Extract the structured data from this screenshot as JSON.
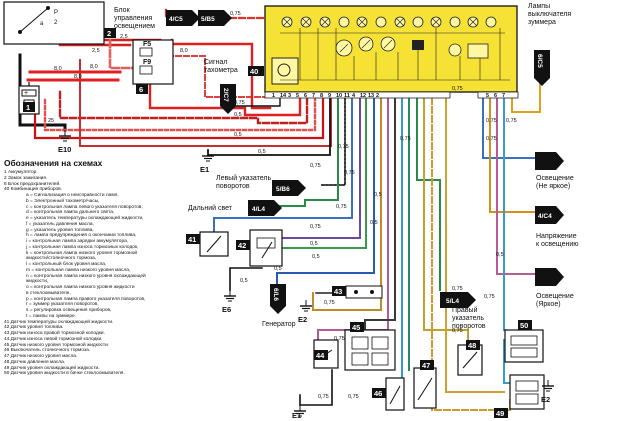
{
  "labels": {
    "lighting_block": "Блок\nуправления\nосвещением",
    "buzzer_switch": "Лампы\nвыключателя\nзуммера",
    "tacho_signal": "Сигнал\nтахометра",
    "left_turn": "Левый указатель\nповоротов",
    "high_beam": "Дальний свет",
    "lighting_dim": "Освещение\n(Не яркое)",
    "lighting_voltage": "Напряжение\nк освещению",
    "lighting_bright": "Освещение\n(Яркое)",
    "right_turn": "Правый\nуказатель\nповоротов",
    "generator": "Генератор"
  },
  "connectors": {
    "c_4c5": "4/C5",
    "c_5b5": "5/B5",
    "c_2c7": "2/C7",
    "c_6c5": "6/C5",
    "c_5b6": "5/B6",
    "c_4l4": "4/L4",
    "c_4c4": "4/C4",
    "c_6l6": "6/L6",
    "c_5l4": "5/L4"
  },
  "components": {
    "n1": "1",
    "n2": "2",
    "n6": "6",
    "n40": "40",
    "n41": "41",
    "n42": "42",
    "n43": "43",
    "n44": "44",
    "n45": "45",
    "n46": "46",
    "n47": "47",
    "n48": "48",
    "n49": "49",
    "n50": "50",
    "f5": "F5",
    "f9": "F9"
  },
  "grounds": {
    "e10": "E10",
    "e1a": "E1",
    "e6": "E6",
    "e2a": "E2",
    "e1b": "E1",
    "e2b": "E2"
  },
  "wires": {
    "w1": "0,75",
    "w2": "2,5",
    "w3": "2,5",
    "w4": "8,0",
    "w5": "8,0",
    "w6": "8,0",
    "w7": "8,0",
    "w8": "25",
    "w9": "0,75",
    "w10": "0,5",
    "w11": "0,5",
    "w12": "0,5",
    "w13": "0,75",
    "w14": "0,75",
    "w15": "0,75",
    "w16": "0,75",
    "w17": "0,75",
    "w18": "0,5",
    "w19": "0,5",
    "w20": "0,5",
    "w21": "0,5",
    "w22": "0,5",
    "w23": "0,5",
    "w24": "0,75",
    "w25": "0,75",
    "w26": "0,75",
    "w27": "0,75",
    "w28": "0,75",
    "w29": "0,75",
    "w30": "0,75",
    "w31": "0,75",
    "w32": "0,75",
    "w33": "0,75",
    "w34": "0,75",
    "w35": "0,75",
    "w36": "0,5"
  },
  "pins": [
    "1",
    "14",
    "3",
    "5",
    "6",
    "7",
    "8",
    "9",
    "10",
    "11",
    "4",
    "12",
    "13",
    "2",
    "5",
    "6",
    "7"
  ],
  "legend": {
    "title": "Обозначения на схемах",
    "items": [
      {
        "text": "1 Аккумулятор.",
        "sub": false
      },
      {
        "text": "2 Замок зажигания.",
        "sub": false
      },
      {
        "text": "6 Блок предохранителей.",
        "sub": false
      },
      {
        "text": "40 Комбинация приборов.",
        "sub": false
      },
      {
        "text": "a = Сигнализация о неисправности ламп,",
        "sub": true
      },
      {
        "text": "b = Электронный тахометр/часы,",
        "sub": true
      },
      {
        "text": "c = контрольная лампа левого указателя поворотов,",
        "sub": true
      },
      {
        "text": "d = контрольная лампа дальнего света,",
        "sub": true
      },
      {
        "text": "e = указатель температуры охлаждающей жидкости,",
        "sub": true
      },
      {
        "text": "f = указатель давления масла,",
        "sub": true
      },
      {
        "text": "g = указатель уровня топлива,",
        "sub": true
      },
      {
        "text": "h = лампа предупреждения о окончании топлива,",
        "sub": true
      },
      {
        "text": "i = контрольная лампа зарядки аккумулятора,",
        "sub": true
      },
      {
        "text": "j = контрольная лампа износа тормозных колодок,",
        "sub": true
      },
      {
        "text": "k = контрольная лампа низкого уровня тормозной",
        "sub": true
      },
      {
        "text": "жидкости/стояночного тормоза,",
        "sub": true
      },
      {
        "text": "l = контрольный блок уровня масла,",
        "sub": true
      },
      {
        "text": "m = контрольная лампа низкого уровня масла,",
        "sub": true
      },
      {
        "text": "n = контрольная лампа низкого уровня охлаждающей",
        "sub": true
      },
      {
        "text": "жидкости,",
        "sub": true
      },
      {
        "text": "o = контрольная лампа низкого уровня жидкости",
        "sub": true
      },
      {
        "text": "в стеклоомывателе,",
        "sub": true
      },
      {
        "text": "p = контрольная лампа правого указателя поворотов,",
        "sub": true
      },
      {
        "text": "r = зуммер указателя поворотов,",
        "sub": true
      },
      {
        "text": "s = регулировка освещения приборов,",
        "sub": true
      },
      {
        "text": "t = лампы на зуммере.",
        "sub": true
      },
      {
        "text": "41 Датчик температуры охлаждающей жидкости.",
        "sub": false
      },
      {
        "text": "42 Датчик уровня топлива.",
        "sub": false
      },
      {
        "text": "43 Датчик износа правой тормозной колодки.",
        "sub": false
      },
      {
        "text": "44 Датчик износа левой тормозной колодки.",
        "sub": false
      },
      {
        "text": "45 Датчик низкого уровня тормозной жидкости.",
        "sub": false
      },
      {
        "text": "46 Выключатель стояночного тормоза.",
        "sub": false
      },
      {
        "text": "47 Датчик низкого уровня масла.",
        "sub": false
      },
      {
        "text": "48 Датчик давления масла.",
        "sub": false
      },
      {
        "text": "49 Датчик уровня охлаждающей жидкости.",
        "sub": false
      },
      {
        "text": "50 Датчик уровня жидкости в бачке стеклоомывателя.",
        "sub": false
      }
    ]
  }
}
